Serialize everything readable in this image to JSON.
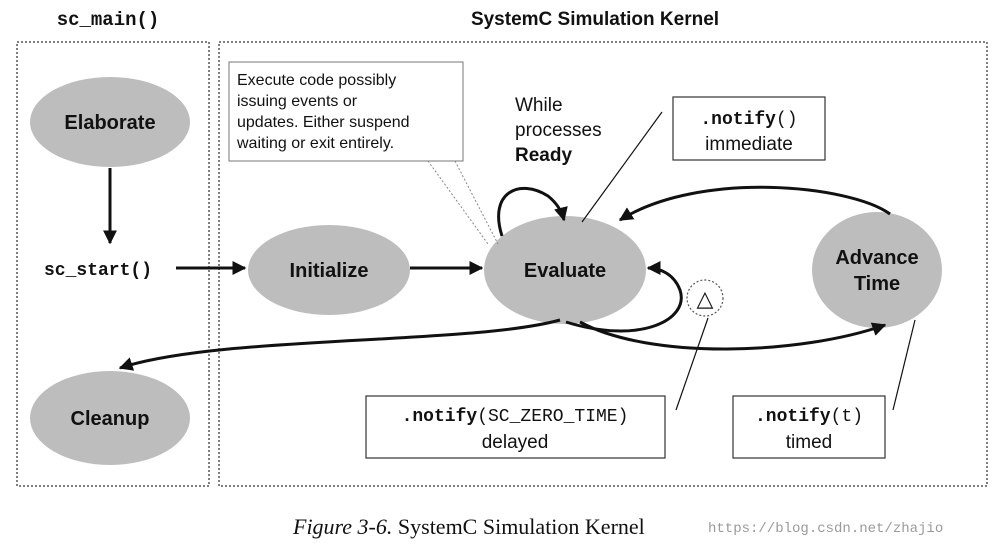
{
  "headers": {
    "left": "sc_main()",
    "right": "SystemC Simulation Kernel"
  },
  "nodes": {
    "elaborate": "Elaborate",
    "sc_start": "sc_start()",
    "initialize": "Initialize",
    "evaluate": "Evaluate",
    "advance_line1": "Advance",
    "advance_line2": "Time",
    "cleanup": "Cleanup",
    "delta": "△"
  },
  "callouts": {
    "execute_lines": [
      "Execute code possibly",
      "issuing events or",
      "updates. Either suspend",
      "waiting or exit entirely."
    ],
    "while_line1": "While",
    "while_line2": "processes",
    "while_line3": "Ready",
    "immediate_code": ".notify",
    "immediate_args": "()",
    "immediate_label": "immediate",
    "delayed_code": ".notify",
    "delayed_args": "(SC_ZERO_TIME)",
    "delayed_label": "delayed",
    "timed_code": ".notify",
    "timed_args": "(t)",
    "timed_label": "timed"
  },
  "caption": {
    "figure_label": "Figure 3-6.",
    "title": "SystemC Simulation Kernel",
    "watermark": "https://blog.csdn.net/zhajio"
  },
  "colors": {
    "node_fill": "#bdbdbd",
    "line": "#111111",
    "border": "#555555"
  }
}
